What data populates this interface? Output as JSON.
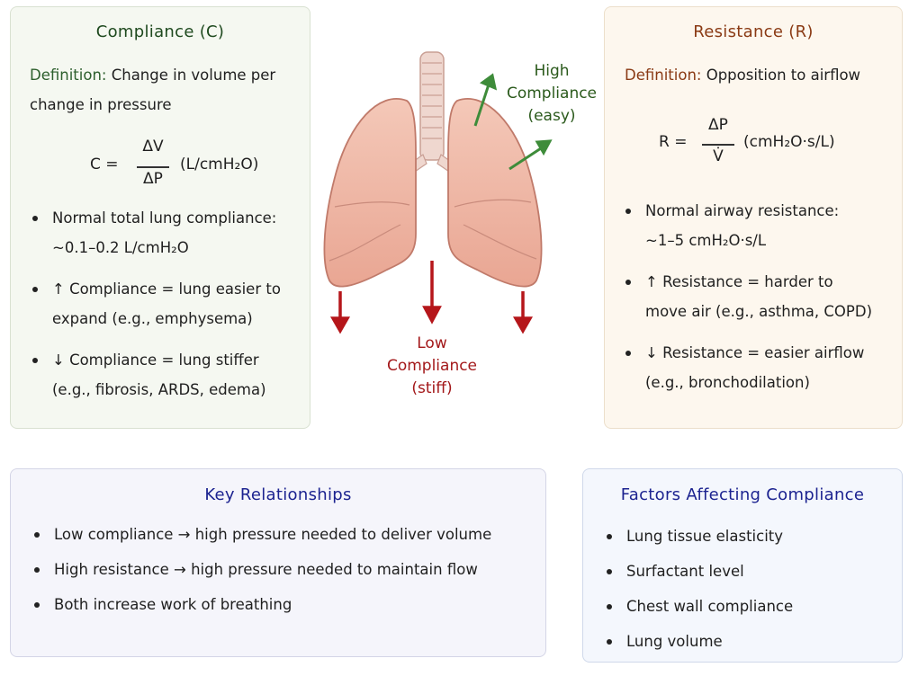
{
  "compliance": {
    "title": "Compliance (C)",
    "definition_lead": "Definition:",
    "definition_line1": "Change in volume per",
    "definition_line2": "change in pressure",
    "formula_lhs": "C =",
    "formula_num": "ΔV",
    "formula_den": "ΔP",
    "formula_units": "(L/cmH₂O)",
    "bullets": [
      {
        "line1": "Normal total lung compliance:",
        "line2": "~0.1–0.2 L/cmH₂O"
      },
      {
        "line1": "↑ Compliance = lung easier to",
        "line2": "expand (e.g., emphysema)"
      },
      {
        "line1": "↓ Compliance = lung stiffer",
        "line2": "(e.g., fibrosis, ARDS, edema)"
      }
    ]
  },
  "resistance": {
    "title": "Resistance (R)",
    "definition_lead": "Definition:",
    "definition_text": "Opposition to airflow",
    "formula_lhs": "R =",
    "formula_num": "ΔP",
    "formula_den": "V̇",
    "formula_units": "(cmH₂O·s/L)",
    "bullets": [
      {
        "line1": "Normal airway resistance:",
        "line2": "~1–5 cmH₂O·s/L"
      },
      {
        "line1": "↑ Resistance = harder to",
        "line2": "move air (e.g., asthma, COPD)"
      },
      {
        "line1": "↓ Resistance = easier airflow",
        "line2": "(e.g., bronchodilation)"
      }
    ]
  },
  "illustration": {
    "high_line1": "High",
    "high_line2": "Compliance",
    "high_line3": "(easy)",
    "low_line1": "Low",
    "low_line2": "Compliance",
    "low_line3": "(stiff)"
  },
  "key_relationships": {
    "title": "Key Relationships",
    "items": [
      "Low compliance → high pressure needed to deliver volume",
      "High resistance → high pressure needed to maintain flow",
      "Both increase work of breathing"
    ]
  },
  "factors": {
    "title": "Factors Affecting Compliance",
    "items": [
      "Lung tissue elasticity",
      "Surfactant level",
      "Chest wall compliance",
      "Lung volume"
    ]
  },
  "colors": {
    "compliance_title": "#1f4a1f",
    "resistance_title": "#8a3a14",
    "panel_title": "#1c2390",
    "high_arrow": "#3e8c3a",
    "low_arrow": "#b5161a",
    "lung_fill": "#f1b9a6"
  }
}
